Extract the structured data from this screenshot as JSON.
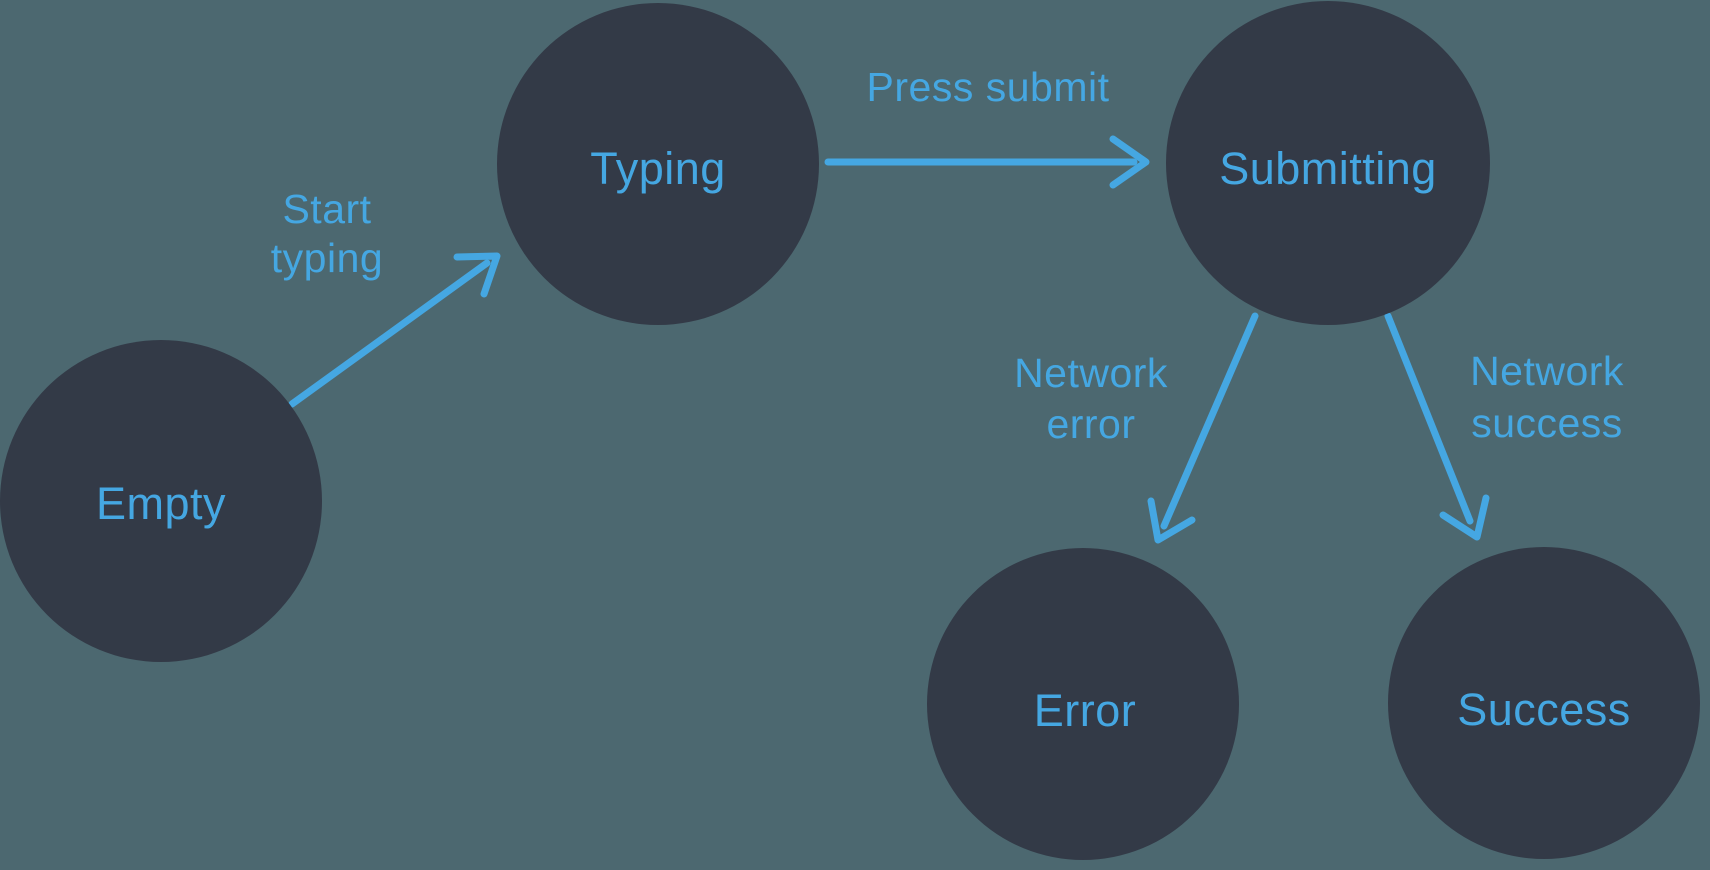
{
  "diagram": {
    "colors": {
      "background": "#4C6870",
      "node_fill": "#333A47",
      "accent": "#45A7E2"
    },
    "nodes": [
      {
        "id": "empty",
        "label": "Empty"
      },
      {
        "id": "typing",
        "label": "Typing"
      },
      {
        "id": "submitting",
        "label": "Submitting"
      },
      {
        "id": "error",
        "label": "Error"
      },
      {
        "id": "success",
        "label": "Success"
      }
    ],
    "edges": [
      {
        "from": "empty",
        "to": "typing",
        "label_lines": [
          "Start",
          "typing"
        ]
      },
      {
        "from": "typing",
        "to": "submitting",
        "label_lines": [
          "Press submit"
        ]
      },
      {
        "from": "submitting",
        "to": "error",
        "label_lines": [
          "Network",
          "error"
        ]
      },
      {
        "from": "submitting",
        "to": "success",
        "label_lines": [
          "Network",
          "success"
        ]
      }
    ]
  }
}
